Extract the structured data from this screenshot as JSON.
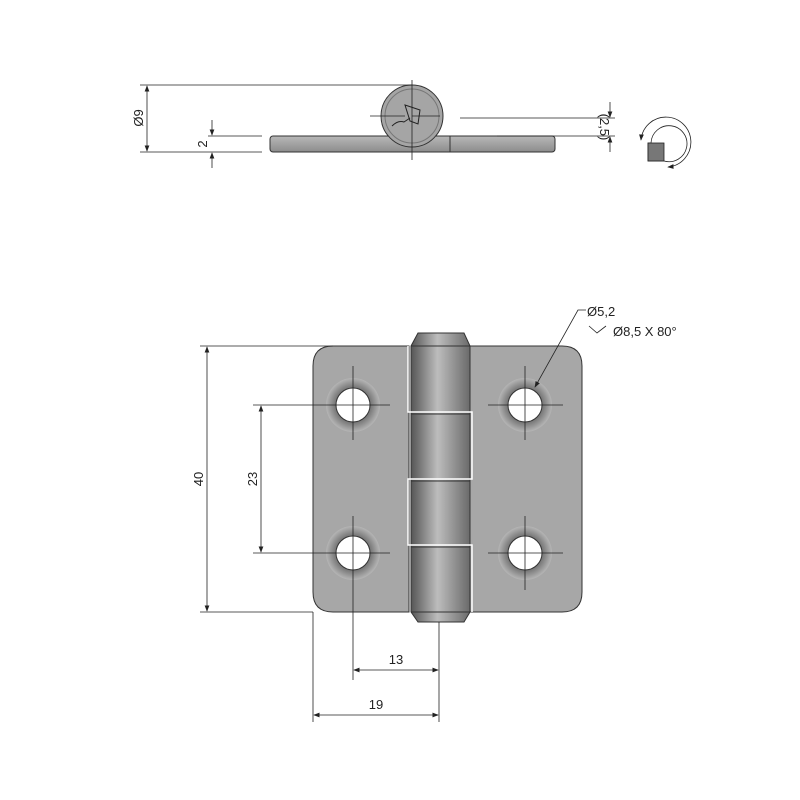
{
  "top_view": {
    "dim_diameter": "Ø9",
    "dim_thickness": "2",
    "dim_offset": "(2,5)",
    "rotation_icon": "rotate-clockwise-icon"
  },
  "front_view": {
    "dim_height": "40",
    "dim_hole_spacing_vertical": "23",
    "dim_hole_to_pin": "13",
    "dim_edge_to_pin": "19",
    "hole_diameter": "Ø5,2",
    "countersink": "Ø8,5 X 80°"
  },
  "colors": {
    "plate": "#a9a9a9",
    "pin": "#8f8f8f",
    "line": "#222222"
  }
}
